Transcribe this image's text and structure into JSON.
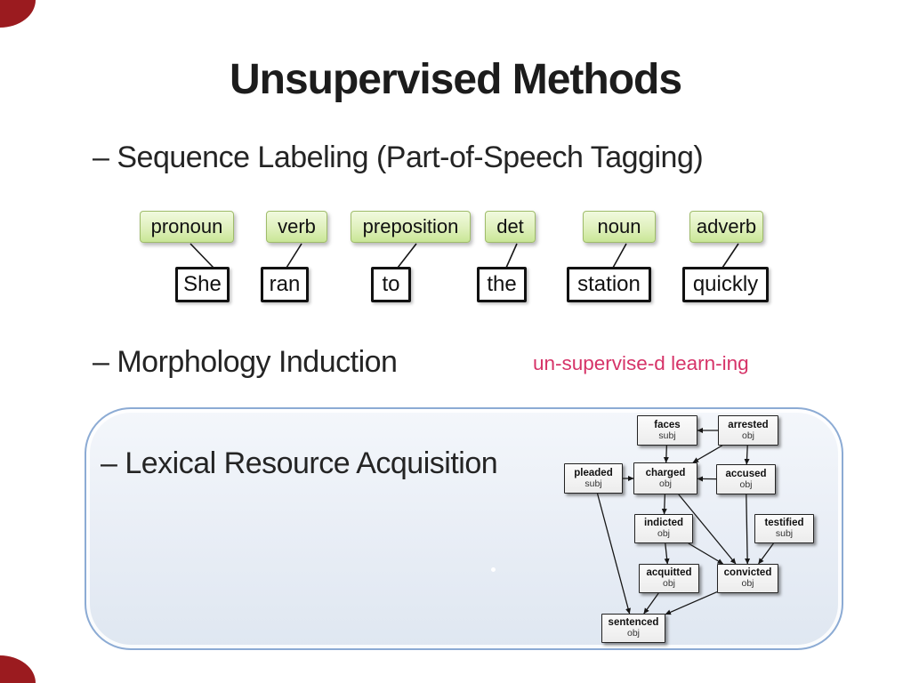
{
  "slide": {
    "title": "Unsupervised Methods",
    "bullets": {
      "sequence_labeling": "– Sequence Labeling (Part-of-Speech Tagging)",
      "morphology_induction": "– Morphology Induction",
      "lexical_resource": "– Lexical Resource Acquisition"
    },
    "morphology_example": "un-supervise-d learn-ing"
  },
  "pos_tagging": {
    "pairs": [
      {
        "tag": "pronoun",
        "word": "She"
      },
      {
        "tag": "verb",
        "word": "ran"
      },
      {
        "tag": "preposition",
        "word": "to"
      },
      {
        "tag": "det",
        "word": "the"
      },
      {
        "tag": "noun",
        "word": "station"
      },
      {
        "tag": "adverb",
        "word": "quickly"
      }
    ]
  },
  "graph": {
    "nodes": [
      {
        "id": "faces",
        "word": "faces",
        "role": "subj"
      },
      {
        "id": "arrested",
        "word": "arrested",
        "role": "obj"
      },
      {
        "id": "pleaded",
        "word": "pleaded",
        "role": "subj"
      },
      {
        "id": "charged",
        "word": "charged",
        "role": "obj"
      },
      {
        "id": "accused",
        "word": "accused",
        "role": "obj"
      },
      {
        "id": "indicted",
        "word": "indicted",
        "role": "obj"
      },
      {
        "id": "testified",
        "word": "testified",
        "role": "subj"
      },
      {
        "id": "acquitted",
        "word": "acquitted",
        "role": "obj"
      },
      {
        "id": "convicted",
        "word": "convicted",
        "role": "obj"
      },
      {
        "id": "sentenced",
        "word": "sentenced",
        "role": "obj"
      }
    ],
    "edges": [
      [
        "arrested",
        "faces"
      ],
      [
        "faces",
        "charged"
      ],
      [
        "arrested",
        "charged"
      ],
      [
        "arrested",
        "accused"
      ],
      [
        "accused",
        "charged"
      ],
      [
        "pleaded",
        "charged"
      ],
      [
        "charged",
        "indicted"
      ],
      [
        "charged",
        "convicted"
      ],
      [
        "accused",
        "convicted"
      ],
      [
        "indicted",
        "convicted"
      ],
      [
        "testified",
        "convicted"
      ],
      [
        "indicted",
        "acquitted"
      ],
      [
        "acquitted",
        "sentenced"
      ],
      [
        "convicted",
        "sentenced"
      ],
      [
        "pleaded",
        "sentenced"
      ]
    ]
  },
  "colors": {
    "title_text": "#1c1c1c",
    "body_text": "#242424",
    "accent_pink": "#d63368",
    "tag_green": "#d9edab",
    "tag_border": "#9fbc6a",
    "panel_border": "#8cabd4",
    "panel_fill": "#e9eef6",
    "corner_red": "#9b1b1f",
    "edge_color": "#161616"
  }
}
